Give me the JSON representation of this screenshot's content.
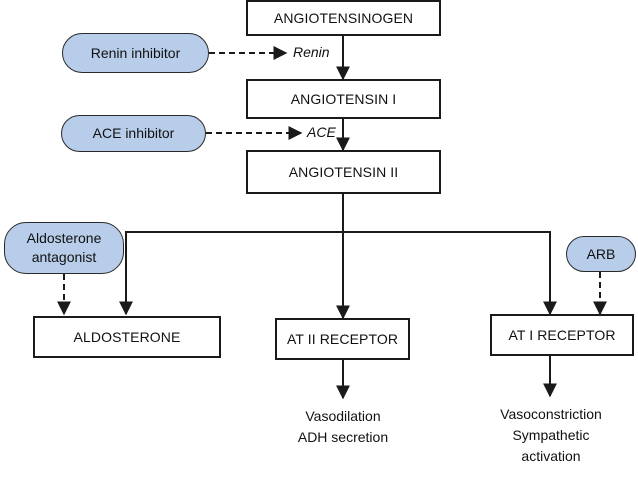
{
  "nodes": {
    "angiotensinogen": "ANGIOTENSINOGEN",
    "angiotensin1": "ANGIOTENSIN I",
    "angiotensin2": "ANGIOTENSIN II",
    "aldosterone": "ALDOSTERONE",
    "at2_receptor": "AT II RECEPTOR",
    "at1_receptor": "AT I RECEPTOR"
  },
  "enzymes": {
    "renin": "Renin",
    "ace": "ACE"
  },
  "inhibitors": {
    "renin_inhibitor": "Renin inhibitor",
    "ace_inhibitor": "ACE inhibitor",
    "aldosterone_antagonist_line1": "Aldosterone",
    "aldosterone_antagonist_line2": "antagonist",
    "arb": "ARB"
  },
  "effects": {
    "at2": [
      "Vasodilation",
      "ADH secretion"
    ],
    "at1": [
      "Vasoconstriction",
      "Sympathetic",
      "activation"
    ]
  },
  "colors": {
    "inhibitor_fill": "#b7cdea",
    "line": "#1a1a1a"
  }
}
